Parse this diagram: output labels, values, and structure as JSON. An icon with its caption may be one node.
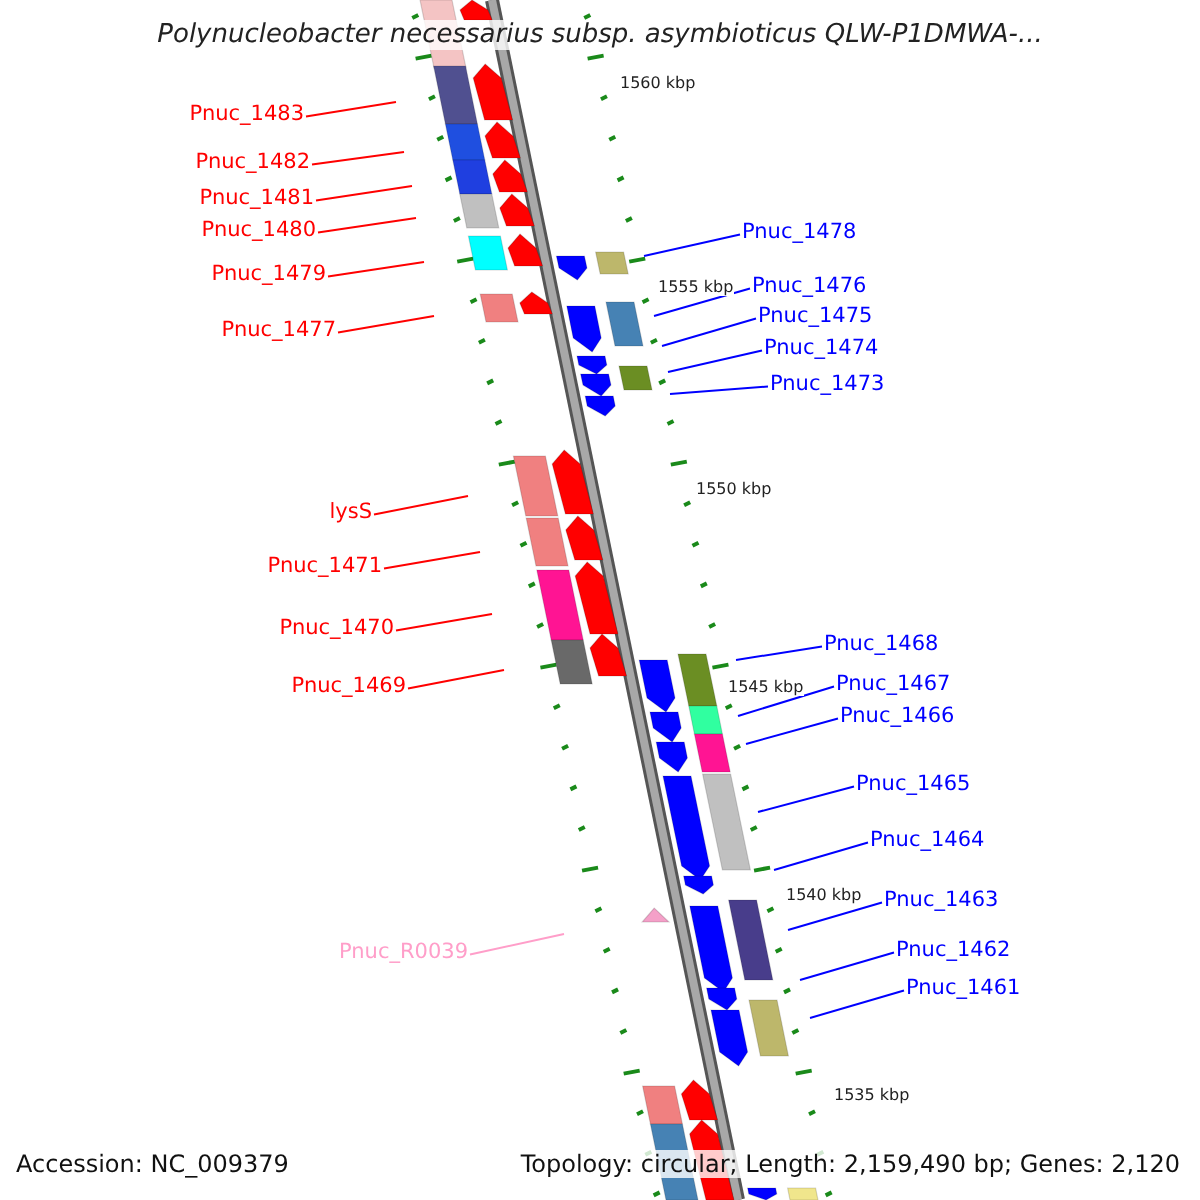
{
  "diagram": {
    "title": "Polynucleobacter necessarius subsp. asymbioticus QLW-P1DMWA-...",
    "nodes": [
      {
        "text": [
          "Pnuc_1483"
        ]
      },
      {
        "text": [
          "Pnuc_1482"
        ]
      },
      {
        "text": [
          "Pnuc_1481"
        ]
      },
      {
        "text": [
          "Pnuc_1480"
        ]
      },
      {
        "text": [
          "Pnuc_1479"
        ]
      },
      {
        "text": [
          "Pnuc_1477"
        ]
      },
      {
        "text": [
          "Pnuc_1478"
        ]
      },
      {
        "text": [
          "Pnuc_1476"
        ]
      },
      {
        "text": [
          "Pnuc_1475"
        ]
      },
      {
        "text": [
          "Pnuc_1474"
        ]
      },
      {
        "text": [
          "Pnuc_1473"
        ]
      },
      {
        "text": [
          "lysS"
        ]
      },
      {
        "text": [
          "Pnuc_1471"
        ]
      },
      {
        "text": [
          "Pnuc_1470"
        ]
      },
      {
        "text": [
          "Pnuc_1469"
        ]
      },
      {
        "text": [
          "Pnuc_1468"
        ]
      },
      {
        "text": [
          "Pnuc_1467"
        ]
      },
      {
        "text": [
          "Pnuc_1466"
        ]
      },
      {
        "text": [
          "Pnuc_1465"
        ]
      },
      {
        "text": [
          "Pnuc_1464"
        ]
      },
      {
        "text": [
          "Pnuc_1463"
        ]
      },
      {
        "text": [
          "Pnuc_R0039"
        ]
      },
      {
        "text": [
          "Pnuc_1462"
        ]
      },
      {
        "text": [
          "Pnuc_1461"
        ]
      }
    ],
    "edges": [
      {
        "from": 0,
        "to": null,
        "arrow": "none",
        "color": "#ff0000"
      },
      {
        "from": 1,
        "to": null,
        "arrow": "none",
        "color": "#ff0000"
      },
      {
        "from": 2,
        "to": null,
        "arrow": "none",
        "color": "#ff0000"
      },
      {
        "from": 3,
        "to": null,
        "arrow": "none",
        "color": "#ff0000"
      },
      {
        "from": 4,
        "to": null,
        "arrow": "none",
        "color": "#ff0000"
      },
      {
        "from": 5,
        "to": null,
        "arrow": "none",
        "color": "#ff0000"
      },
      {
        "from": 6,
        "to": null,
        "arrow": "none"
      },
      {
        "from": 7,
        "to": null,
        "arrow": "none"
      },
      {
        "from": 8,
        "to": null,
        "arrow": "none"
      },
      {
        "from": 9,
        "to": null,
        "arrow": "none"
      },
      {
        "from": 10,
        "to": null,
        "arrow": "none"
      },
      {
        "from": 11,
        "to": null,
        "arrow": "none",
        "color": "#ff0000"
      },
      {
        "from": 12,
        "to": null,
        "arrow": "none",
        "color": "#ff0000"
      },
      {
        "from": 13,
        "to": null,
        "arrow": "none",
        "color": "#ff0000"
      },
      {
        "from": 14,
        "to": null,
        "arrow": "none",
        "color": "#ff0000"
      },
      {
        "from": 15,
        "to": null,
        "arrow": "none"
      },
      {
        "from": 16,
        "to": null,
        "arrow": "none"
      },
      {
        "from": 17,
        "to": null,
        "arrow": "none"
      },
      {
        "from": 18,
        "to": null,
        "arrow": "none"
      },
      {
        "from": 19,
        "to": null,
        "arrow": "none"
      },
      {
        "from": 20,
        "to": null,
        "arrow": "none"
      },
      {
        "from": 21,
        "to": null,
        "arrow": "none",
        "color": "#ff9ec9"
      },
      {
        "from": 22,
        "to": null,
        "arrow": "none"
      },
      {
        "from": 23,
        "to": null,
        "arrow": "none"
      }
    ],
    "labels": [
      "1560 kbp",
      "1555 kbp",
      "1550 kbp",
      "1545 kbp",
      "1540 kbp",
      "1535 kbp",
      "Accession: NC_009379",
      "Topology: circular; Length: 2,159,490 bp; Genes: 2,120"
    ]
  }
}
